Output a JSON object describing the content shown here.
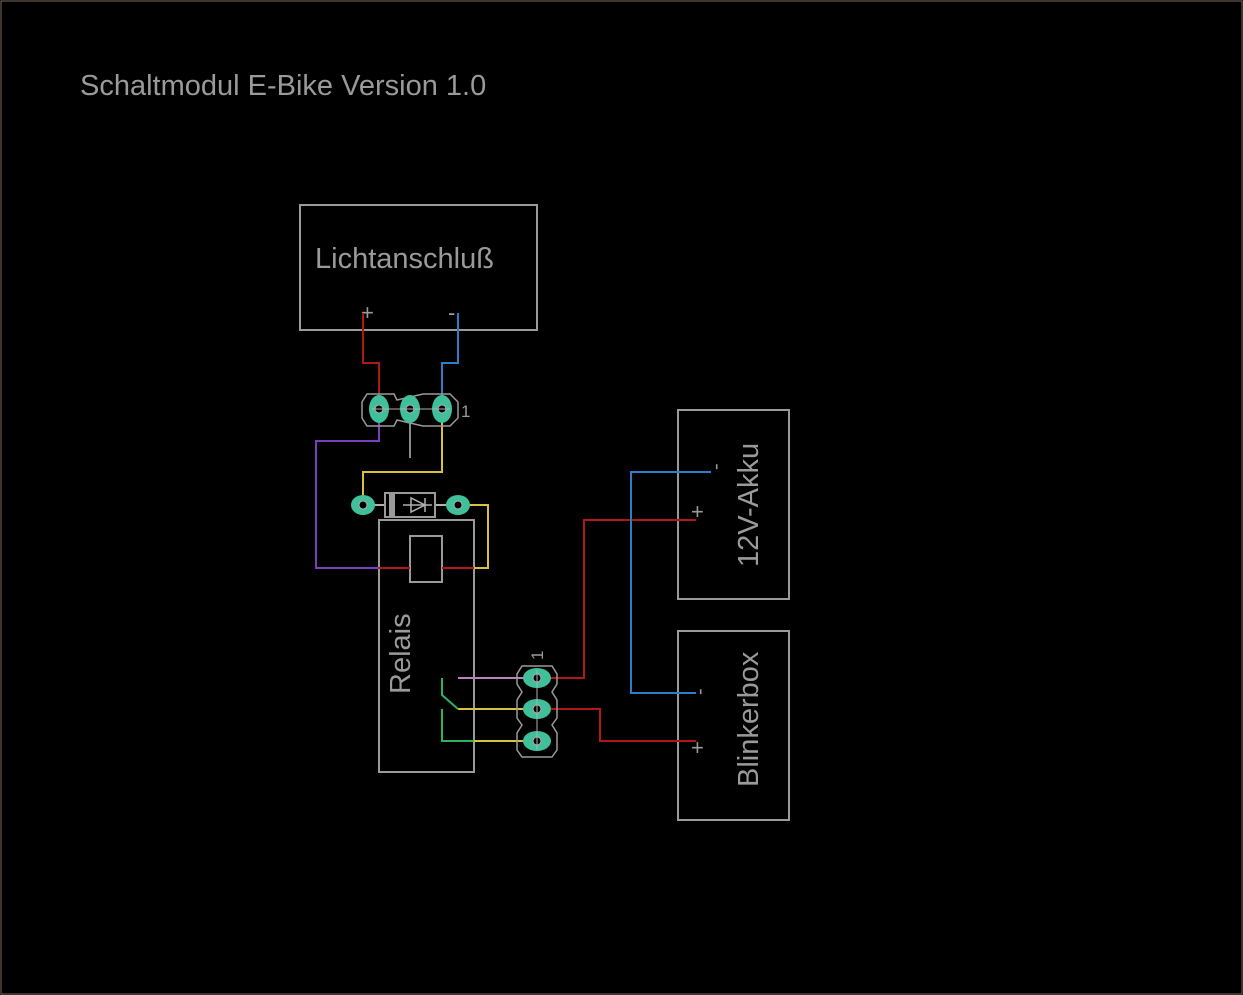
{
  "title": "Schaltmodul E-Bike Version 1.0",
  "components": {
    "light": {
      "label": "Lichtanschluß",
      "plus": "+",
      "minus": "-"
    },
    "battery": {
      "label": "12V-Akku",
      "plus": "+",
      "minus": "-"
    },
    "blinker": {
      "label": "Blinkerbox",
      "plus": "+",
      "minus": "-"
    },
    "relay": {
      "label": "Relais"
    },
    "header_top": {
      "pin1_label": "1"
    },
    "header_bottom": {
      "pin1_label": "1"
    }
  },
  "colors": {
    "background": "#000000",
    "outline": "#9a9a9a",
    "border": "#7a6a5a",
    "pad": "#3fbf9a",
    "wire_red": "#b01818",
    "wire_blue": "#2a7fc8",
    "wire_yellow": "#d8c040",
    "wire_purple": "#7a3fbf",
    "wire_green": "#30b060",
    "wire_pink": "#c080c0"
  },
  "icons": [
    "diode-icon"
  ]
}
